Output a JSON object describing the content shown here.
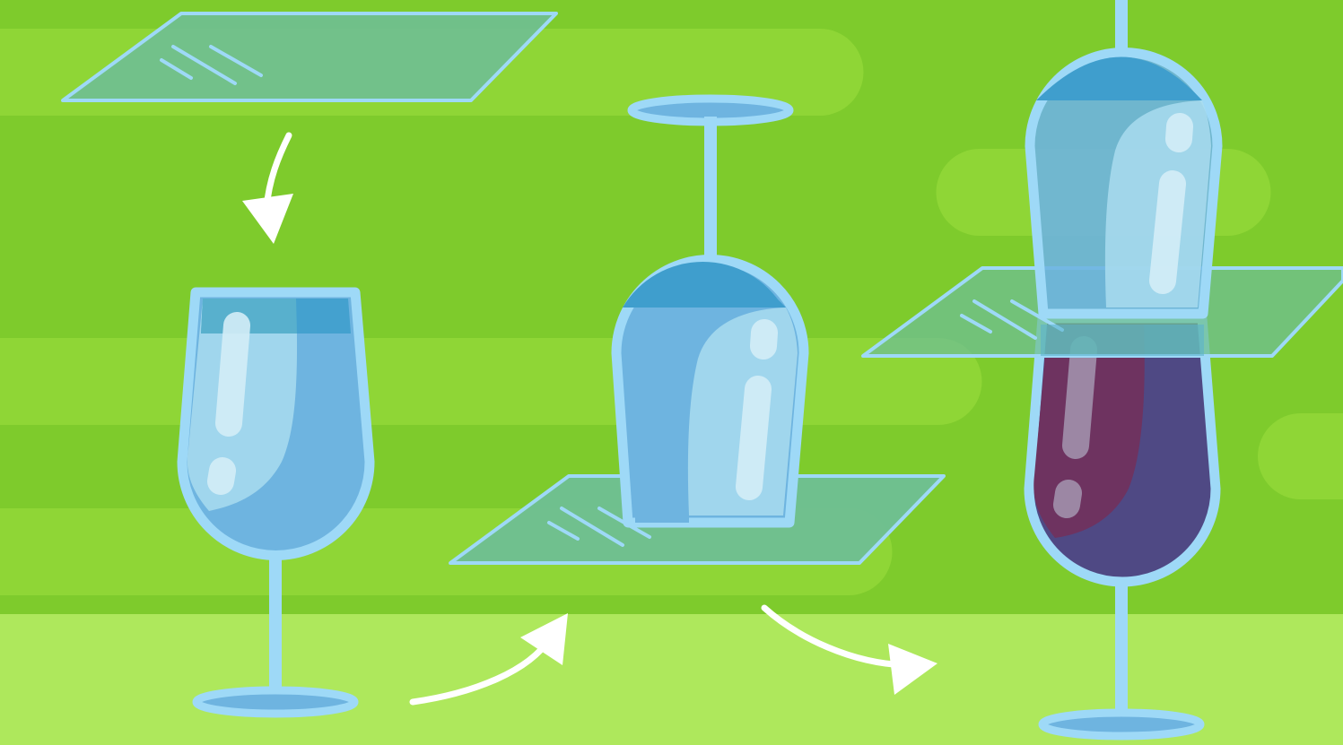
{
  "scene": {
    "colors": {
      "background": "#7ecb2c",
      "floor": "#aee85c",
      "stripe": "#8fd636",
      "glass_outline": "#9ed9f7",
      "glass_fill": "#6eb4e0",
      "glass_highlight": "#a9dcef",
      "water_top": "#3f9ecd",
      "card": "#6fbf93",
      "wine_left": "#6e3360",
      "wine_right": "#4f4984",
      "arrow": "#ffffff"
    },
    "objects": [
      "card-above-glass",
      "upright-wine-glass-with-water",
      "inverted-glass-on-card",
      "stacked-glasses-water-over-wine",
      "white-curved-arrows"
    ]
  }
}
